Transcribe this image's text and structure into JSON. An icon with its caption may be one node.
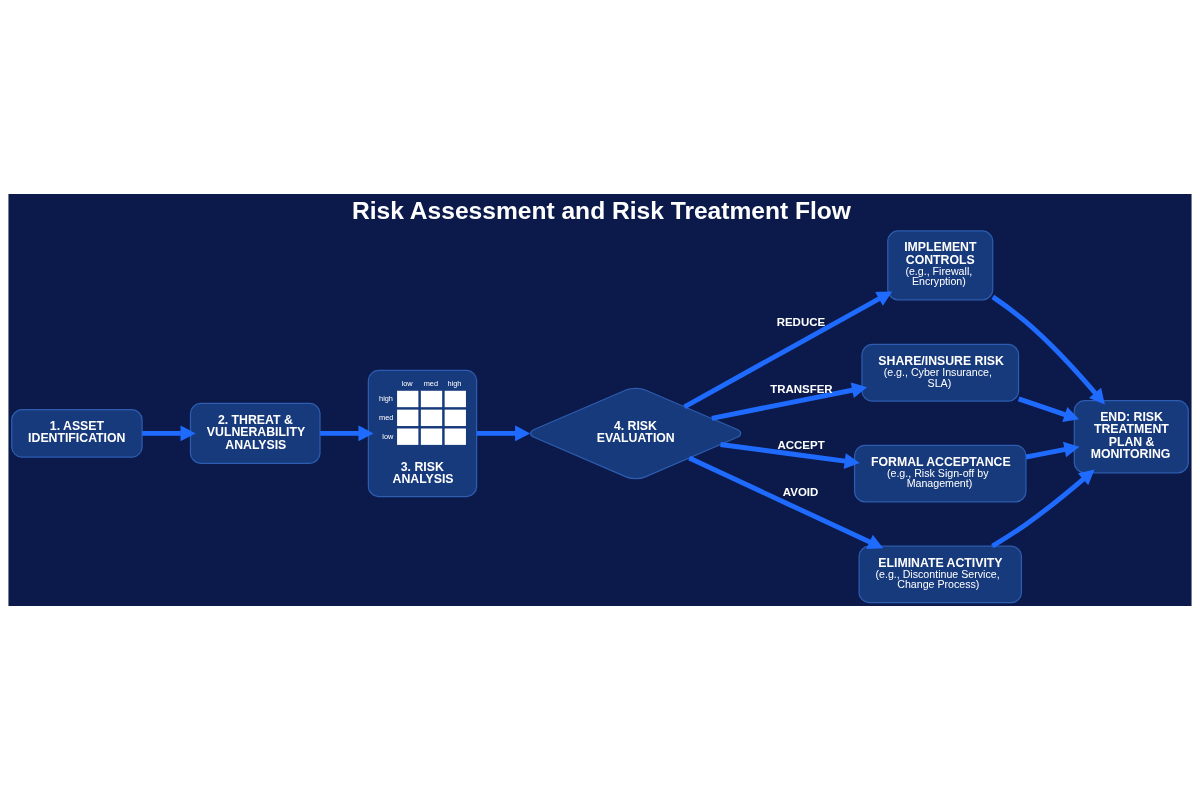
{
  "diagram": {
    "title": "Risk Assessment and Risk Treatment Flow",
    "nodes": [
      {
        "text": [
          "1. ASSET IDENTIFICATION"
        ]
      },
      {
        "text": [
          "2. THREAT & VULNERABILITY ANALYSIS"
        ]
      },
      {
        "text": [
          "low",
          "med",
          "high",
          "high",
          "med",
          "low",
          "3. RISK ANALYSIS"
        ]
      },
      {
        "text": [
          "4. RISK EVALUATION"
        ]
      },
      {
        "text": [
          "IMPLEMENT CONTROLS",
          "(e.g., Firewall, Encryption)"
        ]
      },
      {
        "text": [
          "SHARE/INSURE RISK",
          "(e.g., Cyber Insurance, SLA)"
        ]
      },
      {
        "text": [
          "FORMAL ACCEPTANCE",
          "(e.g., Risk Sign-off by Management)"
        ]
      },
      {
        "text": [
          "ELIMINATE ACTIVITY",
          "(e.g., Discontinue Service, Change Process)"
        ]
      },
      {
        "text": [
          "END: RISK TREATMENT PLAN & MONITORING"
        ]
      }
    ],
    "edges": [
      {
        "from": 0,
        "to": 1,
        "arrow": "to"
      },
      {
        "from": 1,
        "to": 2,
        "arrow": "to"
      },
      {
        "from": 2,
        "to": 3,
        "arrow": "to"
      },
      {
        "from": 3,
        "to": 4,
        "arrow": "to",
        "label": "REDUCE"
      },
      {
        "from": 3,
        "to": 5,
        "arrow": "to",
        "label": "TRANSFER"
      },
      {
        "from": 3,
        "to": 6,
        "arrow": "to",
        "label": "ACCEPT"
      },
      {
        "from": 3,
        "to": 7,
        "arrow": "to",
        "label": "AVOID"
      },
      {
        "from": 4,
        "to": 8,
        "arrow": "to"
      },
      {
        "from": 5,
        "to": 8,
        "arrow": "to"
      },
      {
        "from": 6,
        "to": 8,
        "arrow": "to"
      },
      {
        "from": 7,
        "to": 8,
        "arrow": "to"
      }
    ]
  }
}
